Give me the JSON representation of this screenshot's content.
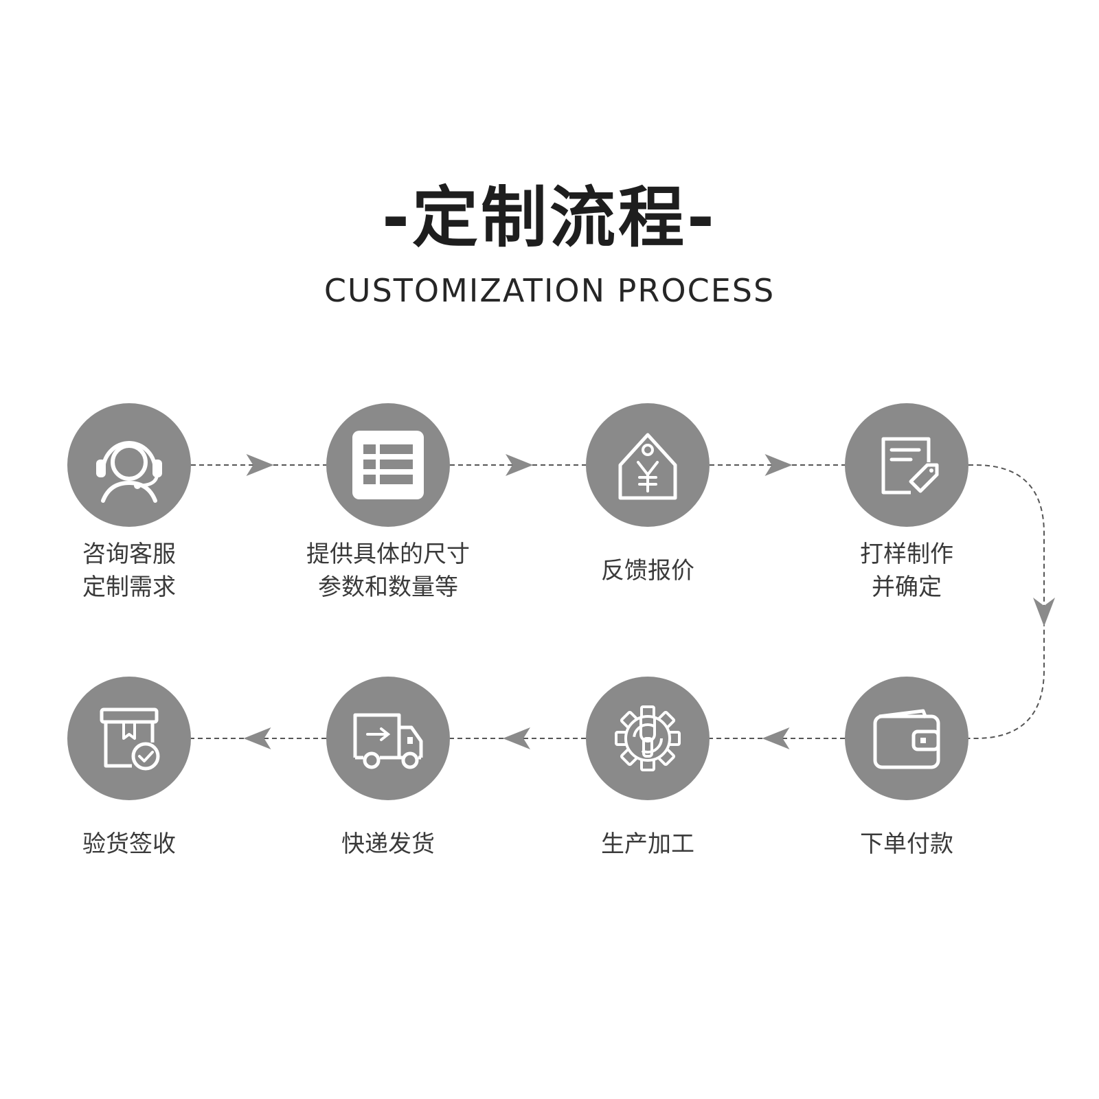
{
  "title": "-定制流程-",
  "subtitle": "CUSTOMIZATION PROCESS",
  "colors": {
    "circle": "#8a8a8a",
    "icon": "#ffffff",
    "connector": "#555555",
    "arrow": "#8a8a8a",
    "text": "#3a3a3a"
  },
  "steps": [
    {
      "icon": "headset-user-icon",
      "lines": [
        "咨询客服",
        "定制需求"
      ]
    },
    {
      "icon": "list-document-icon",
      "lines": [
        "提供具体的尺寸",
        "参数和数量等"
      ]
    },
    {
      "icon": "price-tag-icon",
      "lines": [
        "反馈报价"
      ]
    },
    {
      "icon": "sample-document-icon",
      "lines": [
        "打样制作",
        "并确定"
      ]
    },
    {
      "icon": "wallet-icon",
      "lines": [
        "下单付款"
      ]
    },
    {
      "icon": "gear-wrench-icon",
      "lines": [
        "生产加工"
      ]
    },
    {
      "icon": "delivery-truck-icon",
      "lines": [
        "快递发货"
      ]
    },
    {
      "icon": "package-check-icon",
      "lines": [
        "验货签收"
      ]
    }
  ]
}
